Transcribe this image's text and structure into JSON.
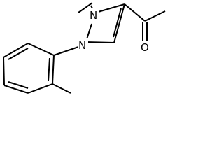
{
  "molecule": {
    "atoms": {
      "pyrazole_n2": "N",
      "pyrazole_n1": "N",
      "carbonyl_o": "O"
    }
  }
}
